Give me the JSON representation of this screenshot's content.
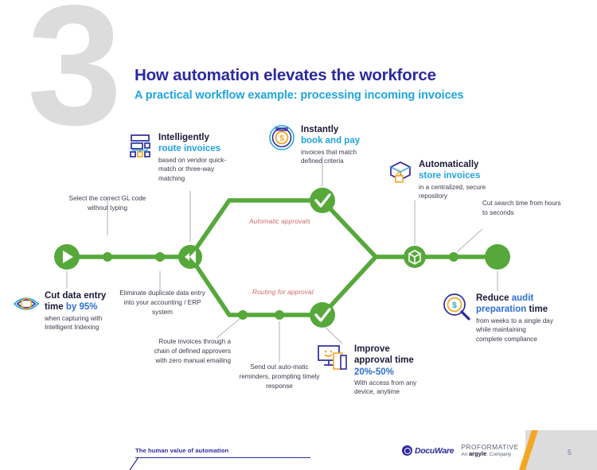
{
  "slide": {
    "number_watermark": "3",
    "title": "How automation elevates the workforce",
    "subtitle": "A practical workflow example: processing incoming invoices"
  },
  "colors": {
    "navy": "#2c2a9e",
    "cyan": "#1fa4e0",
    "green": "#56a83b",
    "grey_watermark": "#dcdcdc",
    "phase_label": "#c96a6a",
    "orange": "#f5a623",
    "body_text": "#3a3a4a"
  },
  "phases": [
    {
      "label": "Automatic approvals"
    },
    {
      "label": "Routing for approval"
    }
  ],
  "features": [
    {
      "id": "route-invoices",
      "icon": "org-chart-icon",
      "head_bold": "Intelligently",
      "head_accent": "route invoices",
      "sub": "based on vendor quick-match or three-way matching"
    },
    {
      "id": "book-and-pay",
      "icon": "coin-stamp-icon",
      "head_bold": "Instantly",
      "head_accent": "book and pay",
      "sub": "invoices that match defined criteria"
    },
    {
      "id": "store-invoices",
      "icon": "secure-box-icon",
      "head_bold": "Automatically",
      "head_accent": "store invoices",
      "sub": "in a centralized, secure repository"
    },
    {
      "id": "cut-data-entry",
      "icon": "eye-scan-icon",
      "head_bold": "Cut data entry time",
      "head_accent": "by 95%",
      "sub": "when capturing with Intelligent Indexing"
    },
    {
      "id": "improve-approval-time",
      "icon": "monitor-devices-icon",
      "head_bold": "Improve approval time",
      "head_accent": "20%-50%",
      "sub": "With access from any device, anytime"
    },
    {
      "id": "reduce-audit-prep",
      "icon": "magnifier-coin-icon",
      "head_bold_1": "Reduce",
      "head_accent": "audit preparation",
      "head_bold_2": "time",
      "sub": "from weeks to a single day while maintaining complete compliance"
    }
  ],
  "tick_notes": [
    {
      "id": "gl-code",
      "text": "Select the correct GL code without typing"
    },
    {
      "id": "duplicate-entry",
      "text": "Eliminate duplicate data entry into your accounting / ERP system"
    },
    {
      "id": "route-chain",
      "text": "Route invoices through a chain of defined approvers with zero manual emailing"
    },
    {
      "id": "reminders",
      "text": "Send out auto-matic reminders, prompting timely response"
    },
    {
      "id": "search-time",
      "text": "Cut search time from hours to seconds"
    }
  ],
  "nodes": [
    {
      "id": "start",
      "icon": "play-icon"
    },
    {
      "id": "split",
      "icon": "split-arrow-icon"
    },
    {
      "id": "auto-approve-check",
      "icon": "check-icon"
    },
    {
      "id": "routing-check",
      "icon": "check-icon"
    },
    {
      "id": "store",
      "icon": "box-icon"
    },
    {
      "id": "end",
      "icon": "end-dot-icon"
    }
  ],
  "footer": {
    "tagline": "The human value of automation",
    "docuware": "DocuWare",
    "proformative_line1": "PROFORMATIVE",
    "proformative_pre": "An",
    "proformative_brand": "argyle",
    "proformative_post": ". Company",
    "page_number": "5"
  }
}
